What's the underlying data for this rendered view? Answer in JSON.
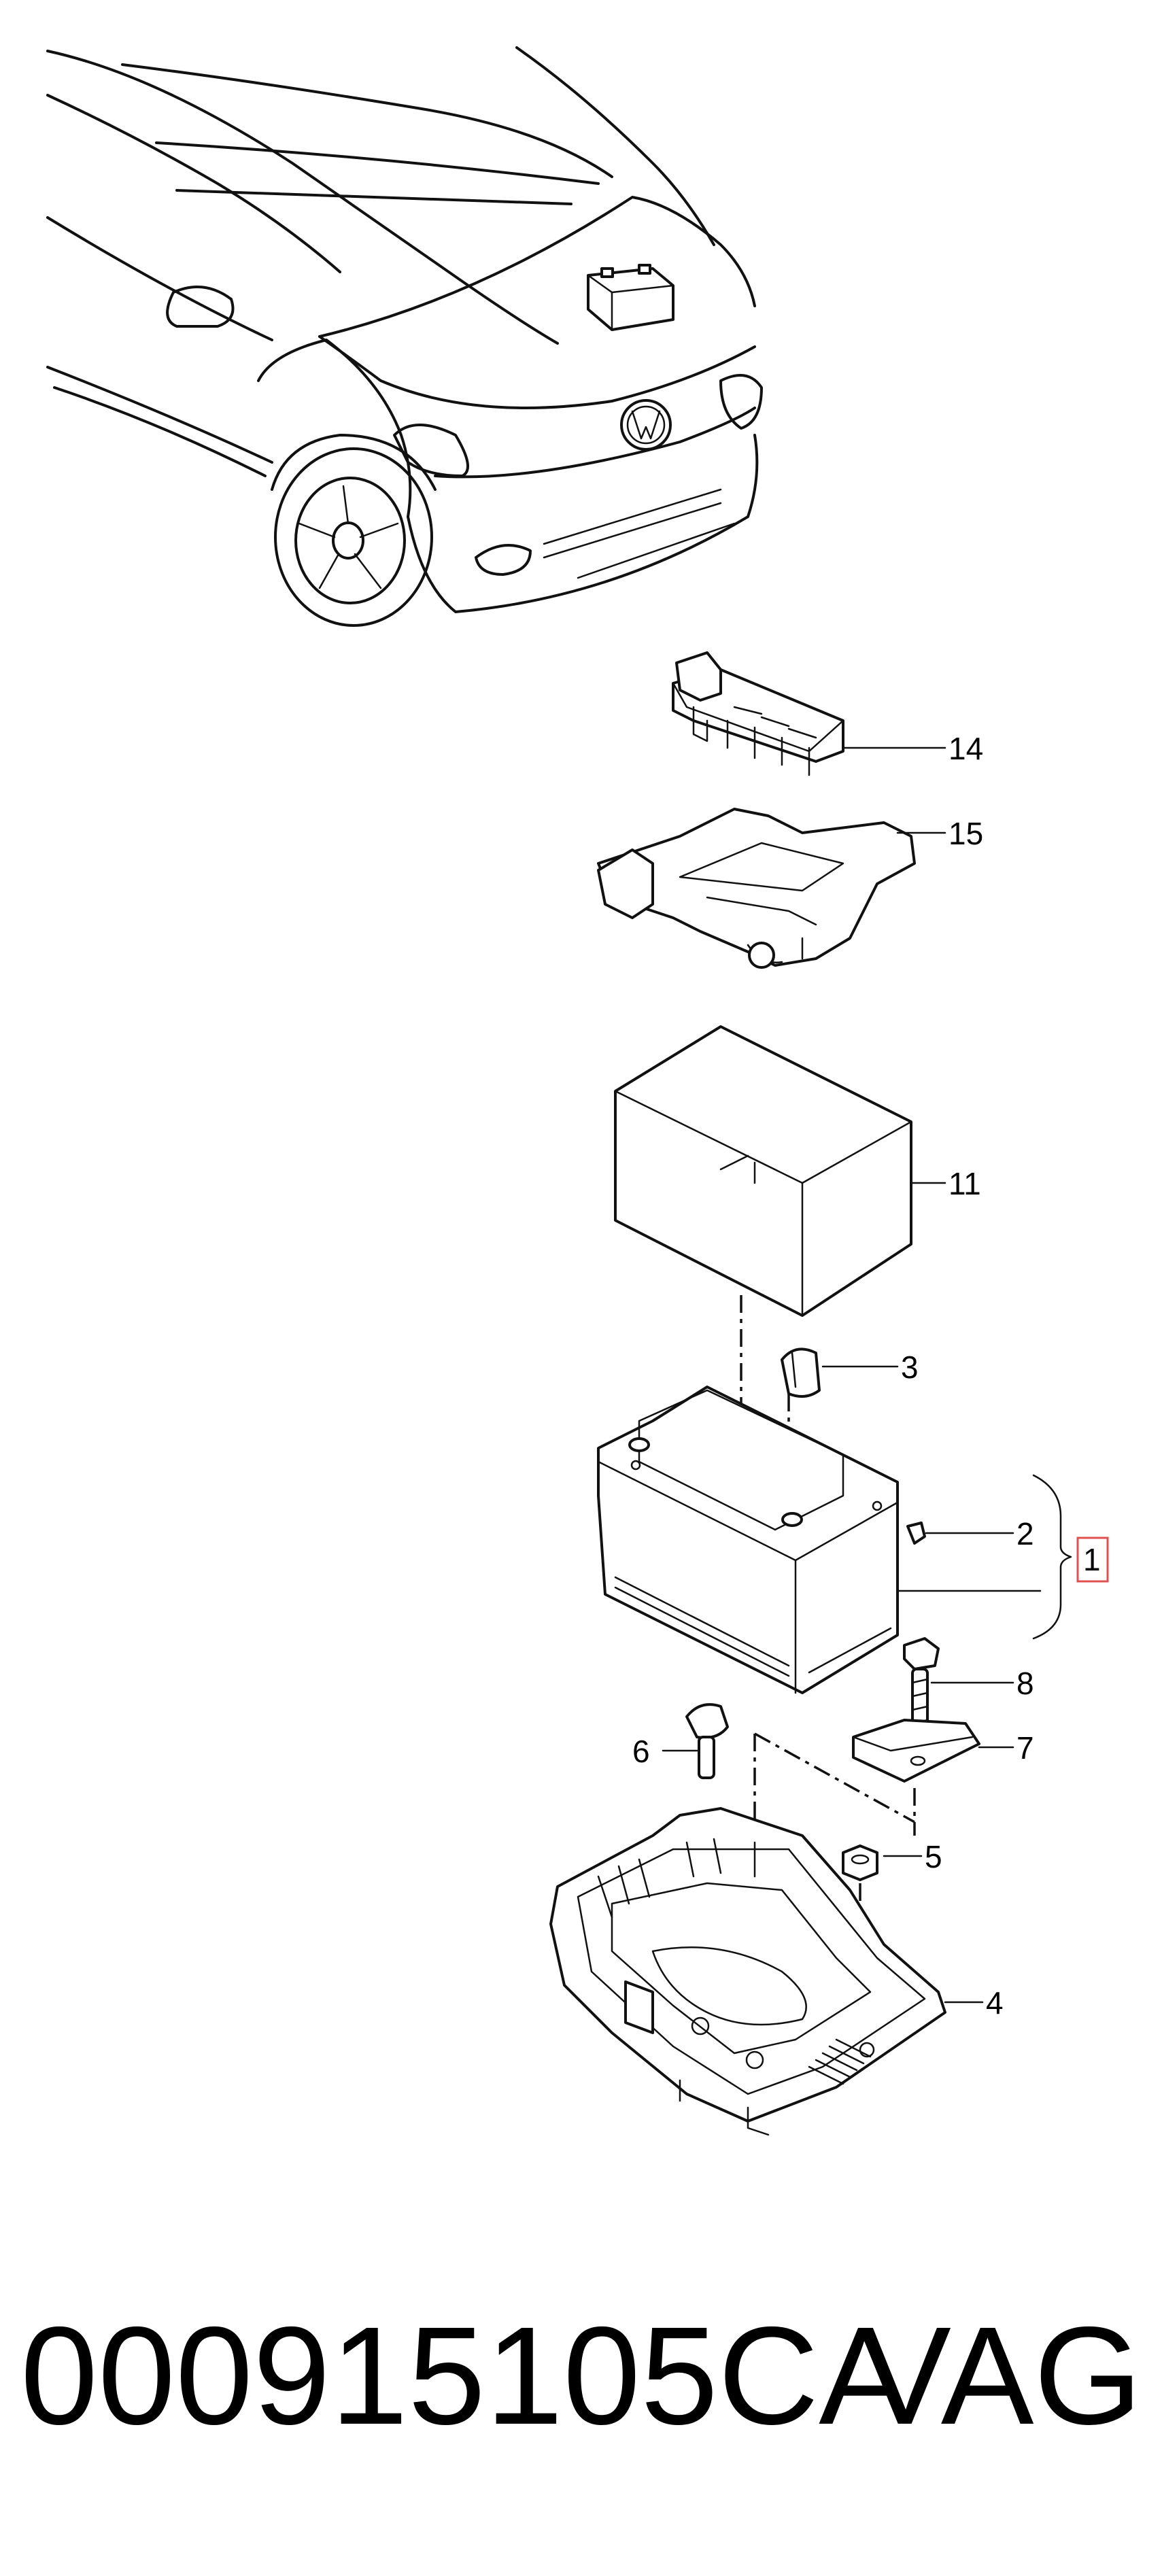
{
  "callouts": {
    "c1": "1",
    "c2": "2",
    "c3": "3",
    "c4": "4",
    "c5": "5",
    "c6": "6",
    "c7": "7",
    "c8": "8",
    "c11": "11",
    "c14": "14",
    "c15": "15"
  },
  "footer": {
    "part_number": "000915105CA",
    "brand": "VAG"
  },
  "colors": {
    "line": "#111111",
    "highlight_box": "#e05050",
    "background": "#ffffff"
  }
}
